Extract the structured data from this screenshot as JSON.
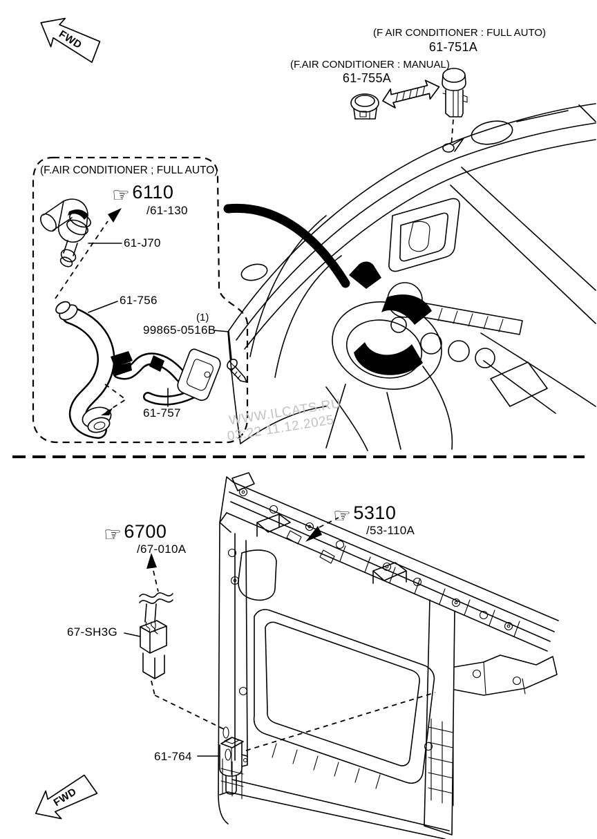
{
  "page": {
    "background": "#ffffff",
    "ink": "#000000"
  },
  "icons": {
    "hand_pointer": "☞"
  },
  "fwd": {
    "label": "FWD"
  },
  "top": {
    "full_auto": {
      "note": "(F AIR CONDITIONER : FULL AUTO)",
      "part": "61-751A"
    },
    "manual": {
      "note": "(F.AIR CONDITIONER : MANUAL)",
      "part": "61-755A"
    },
    "inset": {
      "title": "(F.AIR CONDITIONER ; FULL AUTO)",
      "group": {
        "code": "6110",
        "page": "/61-130"
      },
      "valve_part": "61-J70",
      "hose_part": "61-756",
      "screw_qty": "(1)",
      "screw_part": "99865-0516B",
      "pipe_part": "61-757"
    }
  },
  "watermark": {
    "site": "WWW.ILCATS.RU",
    "timestamp": "03:22 11.12.2025",
    "color": "#c2c2c2"
  },
  "bottom": {
    "shroud_group": {
      "code": "5310",
      "page": "/53-110A"
    },
    "harness_group": {
      "code": "6700",
      "page": "/67-010A"
    },
    "connector_part": "67-SH3G",
    "sensor_part": "61-764"
  }
}
